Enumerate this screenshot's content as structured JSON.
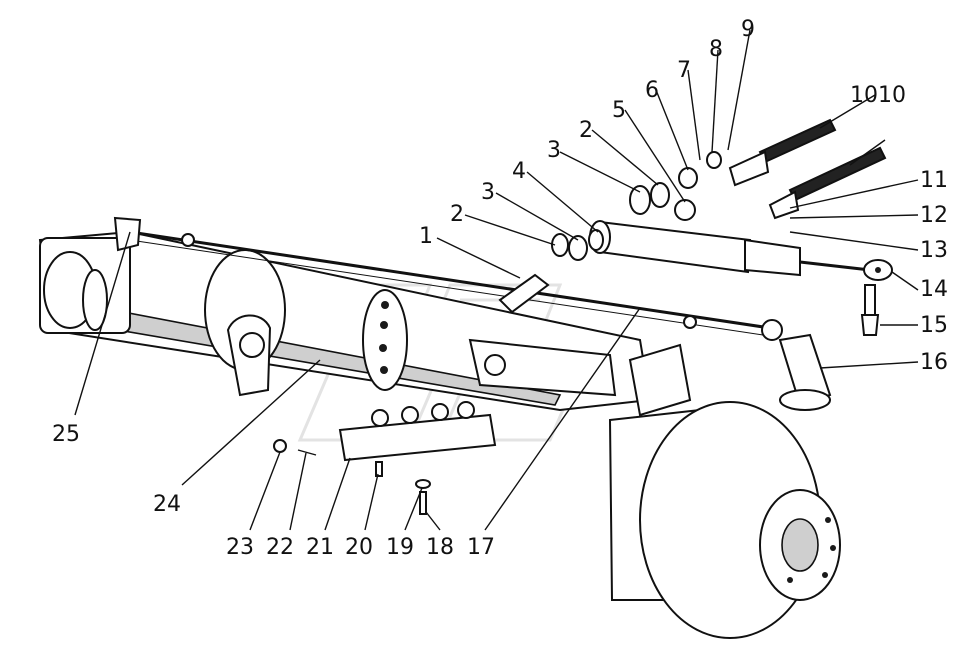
{
  "figure": {
    "callouts": [
      "1",
      "2",
      "2",
      "3",
      "3",
      "4",
      "5",
      "6",
      "7",
      "8",
      "9",
      "10",
      "10",
      "11",
      "12",
      "13",
      "14",
      "15",
      "16",
      "17",
      "18",
      "19",
      "20",
      "21",
      "22",
      "23",
      "24",
      "25"
    ]
  }
}
